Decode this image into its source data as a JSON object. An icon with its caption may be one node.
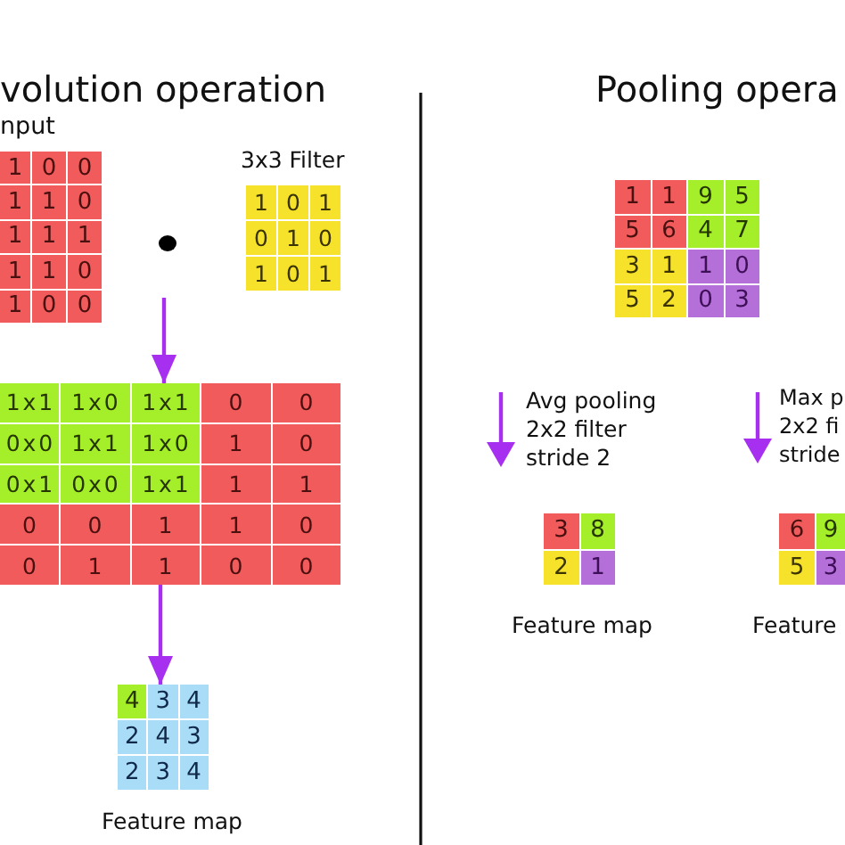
{
  "diagram": {
    "nodes": [
      {
        "text": [
          "nput",
          "1",
          "0",
          "0",
          "1",
          "1",
          "0",
          "1",
          "1",
          "1",
          "1",
          "1",
          "0",
          "1",
          "0",
          "0"
        ]
      },
      {
        "text": [
          "3x3 Filter",
          "1",
          "0",
          "1",
          "0",
          "1",
          "0",
          "1",
          "0",
          "1"
        ]
      },
      {
        "text": [
          "1 x 1",
          "1 x 0",
          "1 x 1",
          "0",
          "0",
          "0 x 0",
          "1 x 1",
          "1 x 0",
          "1",
          "0",
          "0 x 1",
          "0 x 0",
          "1 x 1",
          "1",
          "1",
          "0",
          "0",
          "1",
          "1",
          "0",
          "0",
          "1",
          "1",
          "0",
          "0"
        ]
      },
      {
        "text": [
          "4",
          "3",
          "4",
          "2",
          "4",
          "3",
          "2",
          "3",
          "4"
        ],
        "beside": [
          "Feature map"
        ]
      },
      {
        "text": [
          "1",
          "1",
          "9",
          "5",
          "5",
          "6",
          "4",
          "7",
          "3",
          "1",
          "1",
          "0",
          "5",
          "2",
          "0",
          "3"
        ]
      },
      {
        "text": [
          "3",
          "8",
          "2",
          "1"
        ],
        "beside": [
          "Feature map"
        ]
      },
      {
        "text": [
          "6",
          "9",
          "5",
          "3"
        ],
        "beside": [
          "Feature"
        ]
      }
    ],
    "edges": [
      {
        "from": null,
        "to": 2,
        "arrow": "to"
      },
      {
        "from": 2,
        "to": 3,
        "arrow": "to"
      }
    ],
    "labels": [
      "volution operation",
      "Pooling opera",
      "Avg pooling 2x2 filter stride 2",
      "Max p 2x2 fi stride"
    ]
  }
}
